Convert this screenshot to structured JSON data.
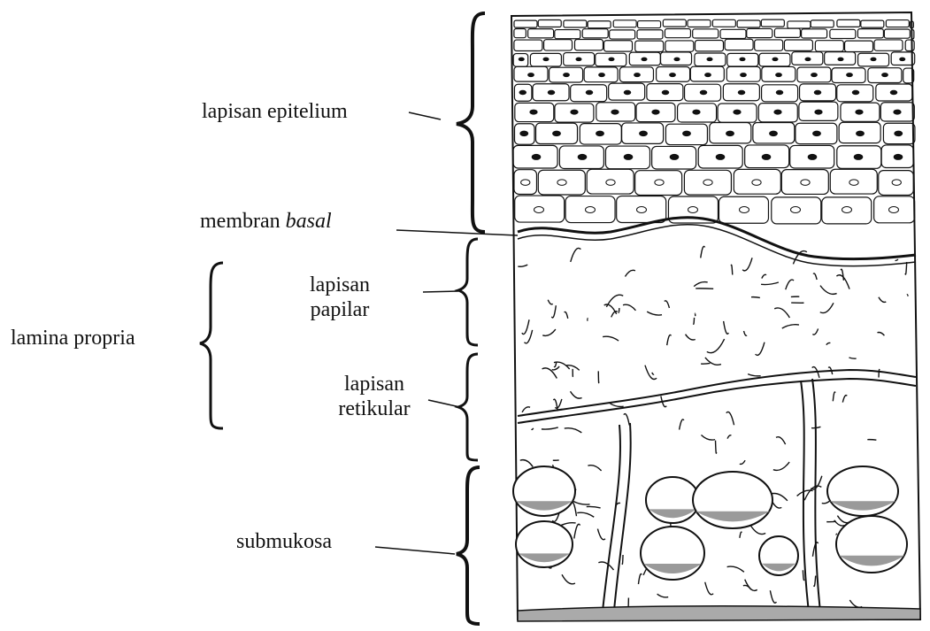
{
  "labels": {
    "epitelium": "lapisan epitelium",
    "membran_prefix": "membran",
    "membran_italic": "basal",
    "papilar_line1": "lapisan",
    "papilar_line2": "papilar",
    "lamina": "lamina propria",
    "retikular_line1": "lapisan",
    "retikular_line2": "retikular",
    "submukosa": "submukosa"
  },
  "colors": {
    "ink": "#111111",
    "stipple": "#9a9a9a",
    "paper": "#ffffff"
  }
}
